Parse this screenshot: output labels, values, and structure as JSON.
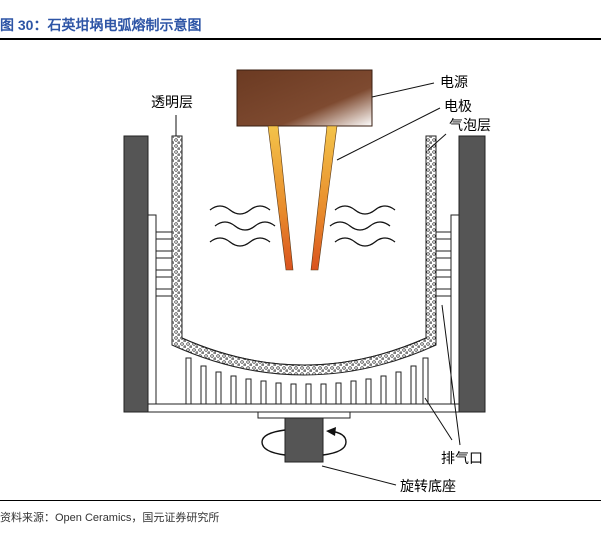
{
  "title": {
    "number": "图 30：",
    "text": "石英坩埚电弧熔制示意图"
  },
  "labels": {
    "power_source": "电源",
    "electrode": "电极",
    "bubble_layer": "气泡层",
    "transparent_layer": "透明层",
    "exhaust_port": "排气口",
    "rotating_base": "旋转底座"
  },
  "source": {
    "prefix": "资料来源：",
    "org": "Open Ceramics",
    "suffix": "，国元证券研究所"
  },
  "colors": {
    "title_blue": "#2e55a6",
    "mold_wall": "#555555",
    "source_box": "#6b3a22",
    "electrode": "#e9a23b"
  }
}
